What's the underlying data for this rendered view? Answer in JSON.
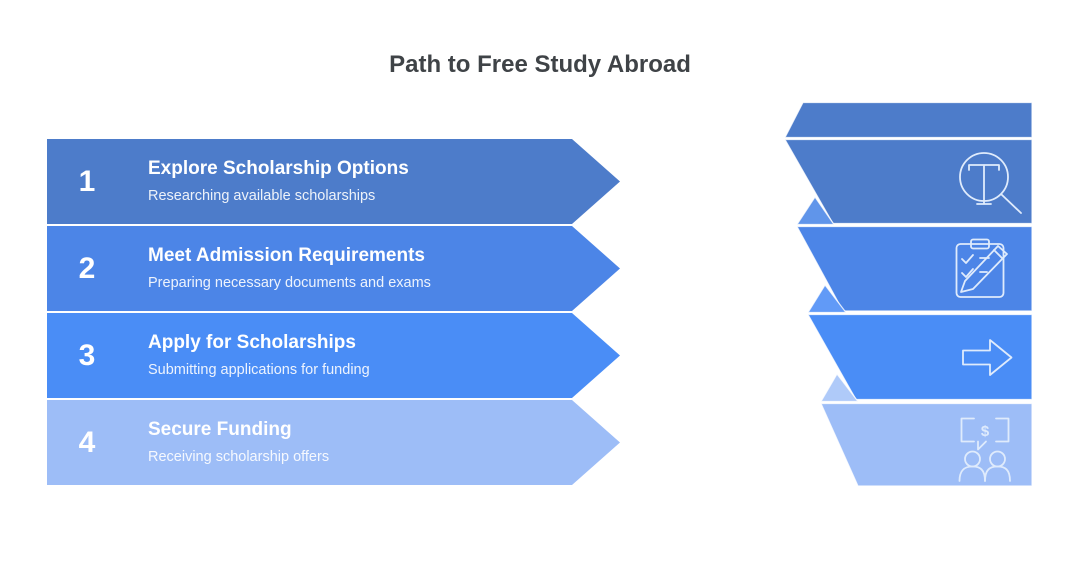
{
  "title": "Path to Free Study Abroad",
  "steps": [
    {
      "number": "1",
      "title": "Explore Scholarship Options",
      "subtitle": "Researching available scholarships",
      "color": "#4D7CCA",
      "icon": "search-text-icon"
    },
    {
      "number": "2",
      "title": "Meet Admission Requirements",
      "subtitle": "Preparing necessary documents and exams",
      "color": "#4C85E7",
      "icon": "checklist-pencil-icon"
    },
    {
      "number": "3",
      "title": "Apply for Scholarships",
      "subtitle": "Submitting applications for funding",
      "color": "#4A8DF6",
      "icon": "arrow-right-icon"
    },
    {
      "number": "4",
      "title": "Secure Funding",
      "subtitle": "Receiving scholarship offers",
      "color": "#9DBDF7",
      "icon": "money-conversation-icon"
    }
  ],
  "colors": {
    "title_text": "#3F4347",
    "step_text": "#FFFFFF",
    "icon_stroke": "#DFEBFC",
    "fold_2": "#6095EA",
    "fold_3": "#619AF7",
    "fold_4": "#AFCAF9",
    "background": "#FFFFFF"
  },
  "icons": {
    "money_symbol": "$"
  }
}
